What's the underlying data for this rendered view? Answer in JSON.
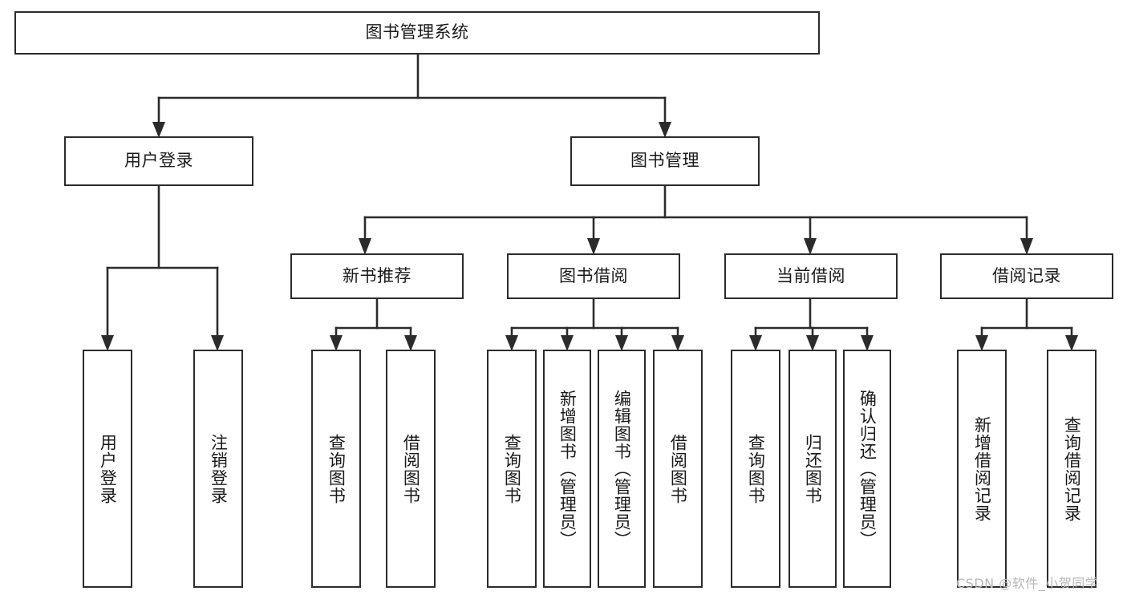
{
  "diagram": {
    "title": "图书管理系统",
    "type": "hierarchy-tree",
    "levels": [
      {
        "level": 1,
        "nodes": [
          {
            "id": "root",
            "label": "图书管理系统",
            "orientation": "horizontal"
          }
        ]
      },
      {
        "level": 2,
        "nodes": [
          {
            "id": "login",
            "label": "用户登录",
            "orientation": "horizontal"
          },
          {
            "id": "bookmgmt",
            "label": "图书管理",
            "orientation": "horizontal"
          }
        ]
      },
      {
        "level": 3,
        "nodes": [
          {
            "id": "newbook",
            "label": "新书推荐",
            "orientation": "horizontal"
          },
          {
            "id": "borrow",
            "label": "图书借阅",
            "orientation": "horizontal"
          },
          {
            "id": "current",
            "label": "当前借阅",
            "orientation": "horizontal"
          },
          {
            "id": "records",
            "label": "借阅记录",
            "orientation": "horizontal"
          }
        ]
      },
      {
        "level": 4,
        "nodes": [
          {
            "id": "leaf1",
            "label": "用户登录",
            "orientation": "vertical"
          },
          {
            "id": "leaf2",
            "label": "注销登录",
            "orientation": "vertical"
          },
          {
            "id": "leaf3",
            "label": "查询图书",
            "orientation": "vertical"
          },
          {
            "id": "leaf4",
            "label": "借阅图书",
            "orientation": "vertical"
          },
          {
            "id": "leaf5",
            "label": "查询图书",
            "orientation": "vertical"
          },
          {
            "id": "leaf6",
            "label": "新增图书（管理员）",
            "orientation": "vertical"
          },
          {
            "id": "leaf7",
            "label": "编辑图书（管理员）",
            "orientation": "vertical"
          },
          {
            "id": "leaf8",
            "label": "借阅图书",
            "orientation": "vertical"
          },
          {
            "id": "leaf9",
            "label": "查询图书",
            "orientation": "vertical"
          },
          {
            "id": "leaf10",
            "label": "归还图书",
            "orientation": "vertical"
          },
          {
            "id": "leaf11",
            "label": "确认归还（管理员）",
            "orientation": "vertical"
          },
          {
            "id": "leaf12",
            "label": "新增借阅记录",
            "orientation": "vertical"
          },
          {
            "id": "leaf13",
            "label": "查询借阅记录",
            "orientation": "vertical"
          }
        ]
      }
    ],
    "edges": [
      {
        "from": "root",
        "to": "login"
      },
      {
        "from": "root",
        "to": "bookmgmt"
      },
      {
        "from": "login",
        "to": "leaf1"
      },
      {
        "from": "login",
        "to": "leaf2"
      },
      {
        "from": "bookmgmt",
        "to": "newbook"
      },
      {
        "from": "bookmgmt",
        "to": "borrow"
      },
      {
        "from": "bookmgmt",
        "to": "current"
      },
      {
        "from": "bookmgmt",
        "to": "records"
      },
      {
        "from": "newbook",
        "to": "leaf3"
      },
      {
        "from": "newbook",
        "to": "leaf4"
      },
      {
        "from": "borrow",
        "to": "leaf5"
      },
      {
        "from": "borrow",
        "to": "leaf6"
      },
      {
        "from": "borrow",
        "to": "leaf7"
      },
      {
        "from": "borrow",
        "to": "leaf8"
      },
      {
        "from": "current",
        "to": "leaf9"
      },
      {
        "from": "current",
        "to": "leaf10"
      },
      {
        "from": "current",
        "to": "leaf11"
      },
      {
        "from": "records",
        "to": "leaf12"
      },
      {
        "from": "records",
        "to": "leaf13"
      }
    ],
    "colors": {
      "stroke": "#2b2b2b",
      "fill": "#ffffff",
      "text": "#1a1a1a",
      "watermark": "#b8b8b8"
    }
  },
  "watermark": {
    "text": "CSDN @软件_小贺同学"
  }
}
